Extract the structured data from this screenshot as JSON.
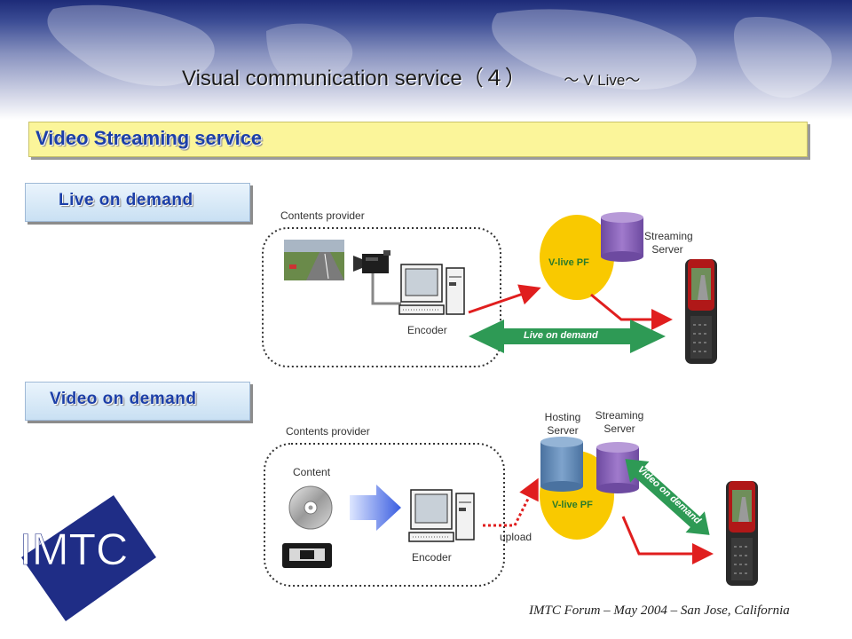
{
  "title": {
    "main": "Visual communication service（４） ",
    "sub": "～ V Live～"
  },
  "section": "Video Streaming service",
  "live": {
    "heading": "Live on demand",
    "contents_provider": "Contents provider",
    "encoder": "Encoder",
    "pf": "V-live PF",
    "streaming_server": [
      "Streaming",
      "Server"
    ],
    "arrow_label": "Live on demand"
  },
  "vod": {
    "heading": "Video on demand",
    "contents_provider": "Contents provider",
    "content": "Content",
    "encoder": "Encoder",
    "upload": "upload",
    "pf": "V-live PF",
    "hosting_server": [
      "Hosting",
      "Server"
    ],
    "streaming_server": [
      "Streaming",
      "Server"
    ],
    "arrow_label": "Video on demand"
  },
  "logo": "IMTC",
  "footer": "IMTC Forum – May 2004 – San Jose, California",
  "colors": {
    "accent_blue": "#1c3fa8",
    "pf_yellow": "#f9c900",
    "server_purple": "#8a63b8",
    "server_blue": "#5f88b6",
    "arrow_green": "#2e9a55",
    "arrow_red": "#e01e1e",
    "logo_navy": "#1f2d86"
  },
  "icons": [
    "camera-icon",
    "computer-icon",
    "phone-icon",
    "cd-icon",
    "cassette-icon"
  ]
}
